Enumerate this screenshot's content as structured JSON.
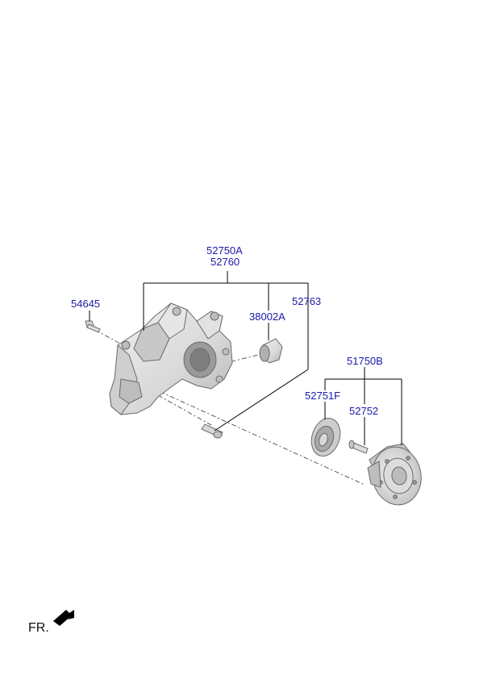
{
  "part_labels": {
    "knuckle_a": "52750A",
    "knuckle_b": "52760",
    "bolt_54645": "54645",
    "bushing": "38002A",
    "bolt_52763": "52763",
    "hub_assy": "51750B",
    "dust_cover": "52751F",
    "hub_bolt": "52752"
  },
  "direction": {
    "label": "FR."
  }
}
